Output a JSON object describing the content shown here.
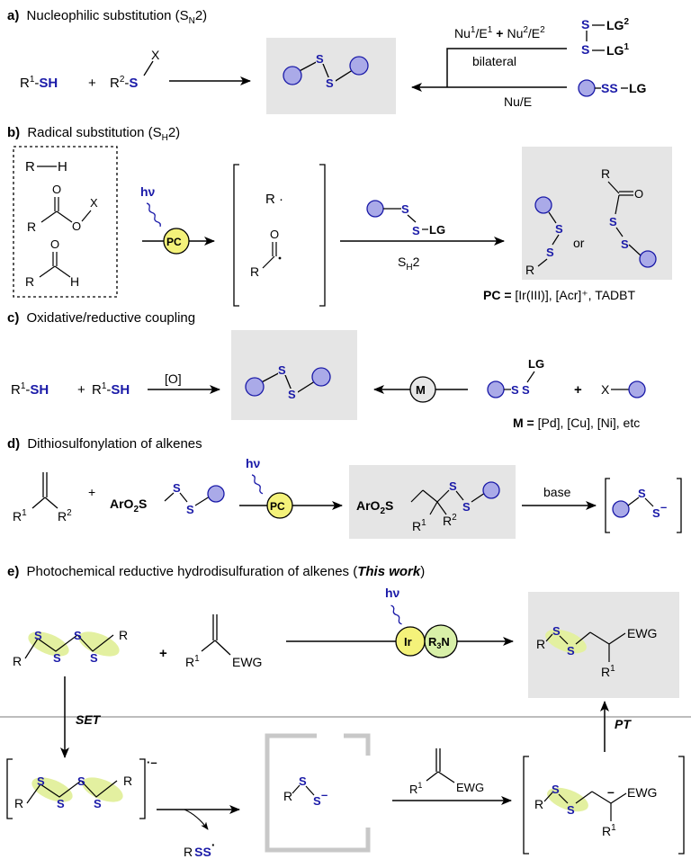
{
  "colors": {
    "sulfur": "#1a1aa8",
    "ball": "#aaaae8",
    "pc_fill": "#f4f27a",
    "amine_fill": "#d8f0a8",
    "halo": "#e3f0a0",
    "box": "#e5e5e5"
  },
  "a": {
    "label": "a)",
    "title_pre": "Nucleophilic substitution (S",
    "title_sub": "N",
    "title_post": "2)",
    "r1": "R",
    "r1_sup": "1",
    "sh": "SH",
    "plus": "+",
    "r2": "R",
    "r2_sup": "2",
    "s": "S",
    "x": "X",
    "nu_top_1": "Nu",
    "nu_top_1_sup": "1",
    "nu_top_2": "/E",
    "nu_top_2_sup": "1",
    "nu_top_plus": "+",
    "nu_top_3": "Nu",
    "nu_top_3_sup": "2",
    "nu_top_4": "/E",
    "nu_top_4_sup": "2",
    "bilateral": "bilateral",
    "nu_e": "Nu/E",
    "lg2": "LG",
    "lg2_sup": "2",
    "lg1": "LG",
    "lg1_sup": "1",
    "ss": "SS",
    "lg": "LG"
  },
  "b": {
    "label": "b)",
    "title_pre": "Radical substitution (S",
    "title_sub": "H",
    "title_post": "2)",
    "rh_r": "R",
    "rh_h": "H",
    "o": "O",
    "x": "X",
    "r": "R",
    "h": "H",
    "hv": "hν",
    "pc": "PC",
    "radical": "R ·",
    "lg": "LG",
    "sh2": "S",
    "sh2_sub": "H",
    "sh2_post": "2",
    "or": "or",
    "pc_def_label": "PC =",
    "pc_def": " [Ir(III)], [Acr]⁺, TADBT"
  },
  "c": {
    "label": "c)",
    "title": "Oxidative/reductive coupling",
    "r1": "R",
    "r1_sup": "1",
    "sh": "SH",
    "plus": "+",
    "ox": "[O]",
    "m": "M",
    "lg": "LG",
    "x": "X",
    "m_def_label": "M =",
    "m_def": " [Pd], [Cu], [Ni], etc"
  },
  "d": {
    "label": "d)",
    "title": "Dithiosulfonylation of alkenes",
    "r1": "R",
    "r1_sup": "1",
    "r2": "R",
    "r2_sup": "2",
    "plus": "+",
    "aro2s_a": "ArO",
    "aro2s_b": "2",
    "aro2s_c": "S",
    "hv": "hν",
    "pc": "PC",
    "base": "base"
  },
  "e": {
    "label": "e)",
    "title_pre": "Photochemical reductive hydrodisulfuration of alkenes (",
    "title_em": "This work",
    "title_post": ")",
    "r": "R",
    "plus": "+",
    "r1": "R",
    "r1_sup": "1",
    "ewg": "EWG",
    "hv": "hν",
    "ir": "Ir",
    "r3n_a": "R",
    "r3n_b": "3",
    "r3n_c": "N",
    "set": "SET",
    "pt": "PT",
    "rss": "R",
    "rss_s": "SS",
    "rss_dot": "·",
    "minus": "–",
    "radical_anion": "·–"
  }
}
